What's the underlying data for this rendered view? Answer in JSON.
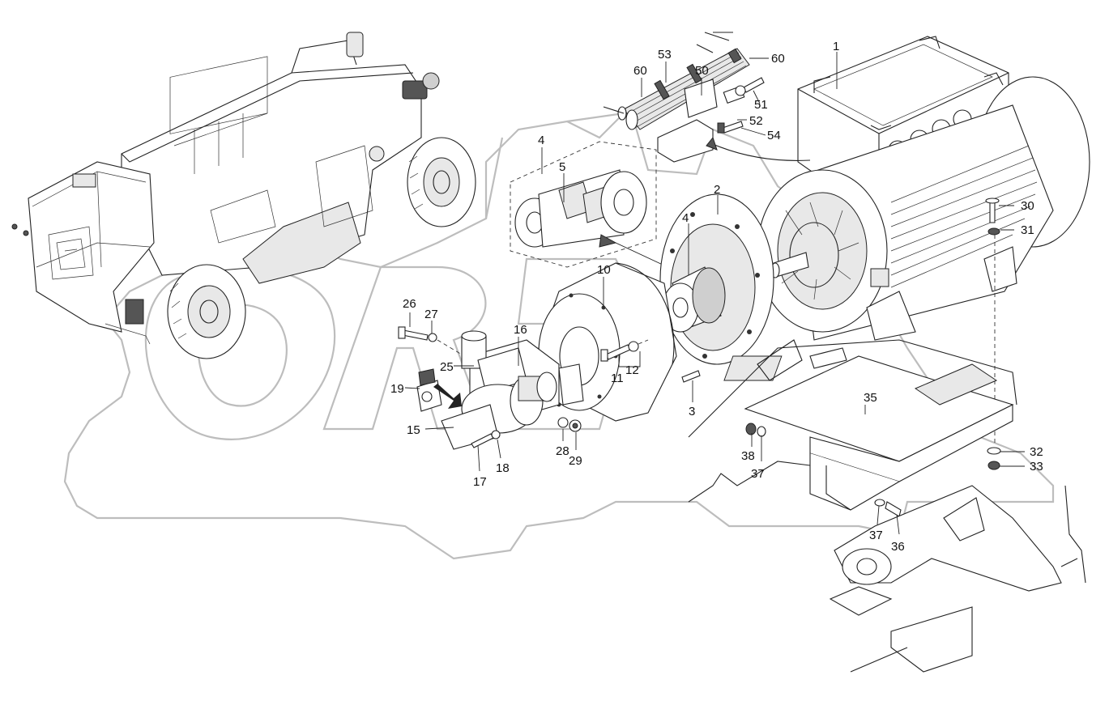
{
  "diagram": {
    "part_labels": [
      "1",
      "2",
      "3",
      "4",
      "4",
      "5",
      "10",
      "11",
      "12",
      "15",
      "16",
      "17",
      "18",
      "19",
      "25",
      "26",
      "27",
      "28",
      "29",
      "30",
      "31",
      "32",
      "33",
      "35",
      "36",
      "37",
      "37",
      "38",
      "50",
      "51",
      "52",
      "53",
      "54",
      "60",
      "60"
    ]
  },
  "watermark": {
    "text": "ORZ"
  }
}
